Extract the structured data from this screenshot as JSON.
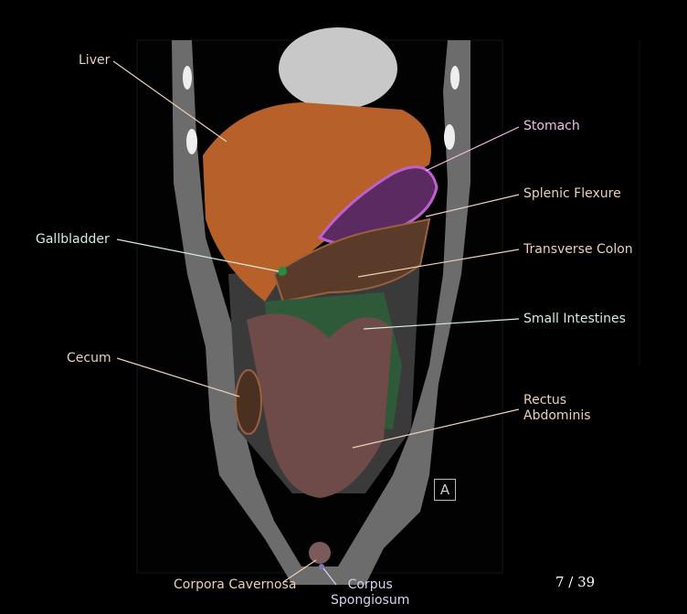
{
  "labels": {
    "liver": "Liver",
    "gallbladder": "Gallbladder",
    "cecum": "Cecum",
    "stomach": "Stomach",
    "splenic_flexure": "Splenic Flexure",
    "transverse_colon": "Transverse Colon",
    "small_intestines": "Small Intestines",
    "rectus_line1": "Rectus",
    "rectus_line2": "Abdominis",
    "corpora_cavernosa": "Corpora Cavernosa",
    "corpus_line1": "Corpus",
    "corpus_line2": "Spongiosum"
  },
  "orientation_marker": "A",
  "slice_counter": "7 / 39",
  "colors": {
    "liver": "#b8602a",
    "stomach": "#b04ec0",
    "colon": "#7a4a30",
    "small_intestine": "#4f8a5e",
    "rectus": "#6e4a48"
  }
}
